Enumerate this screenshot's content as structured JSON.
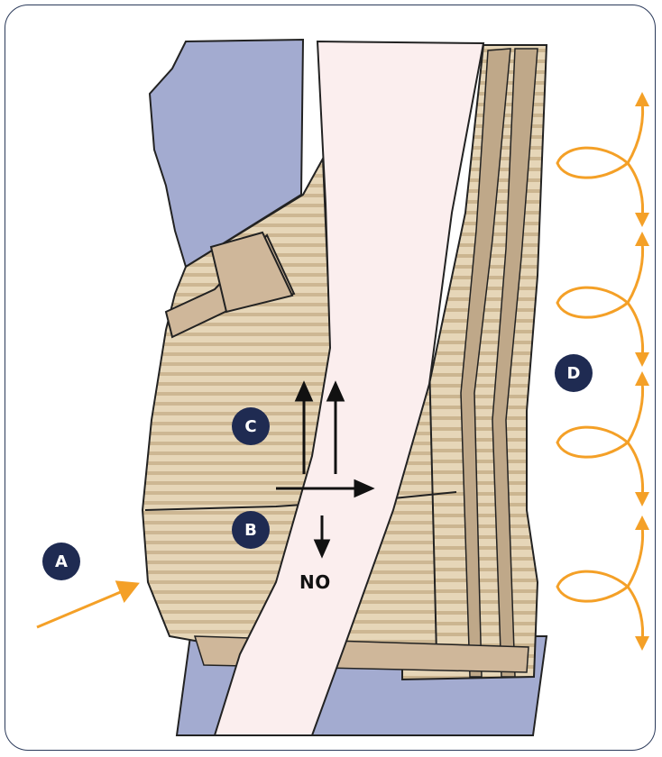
{
  "labels": {
    "a": "A",
    "b": "B",
    "c": "C",
    "d": "D",
    "no": "NO"
  },
  "colors": {
    "frame_border": "#2b3a5a",
    "badge_fill": "#1f2b52",
    "brace_tan": "#e3d2b3",
    "brace_stripe": "#c9b48e",
    "brace_panel": "#cfb79a",
    "skin": "#fbeeee",
    "clothing": "#a3abd0",
    "arrow_orange": "#f4a027",
    "arrow_black": "#111111"
  }
}
